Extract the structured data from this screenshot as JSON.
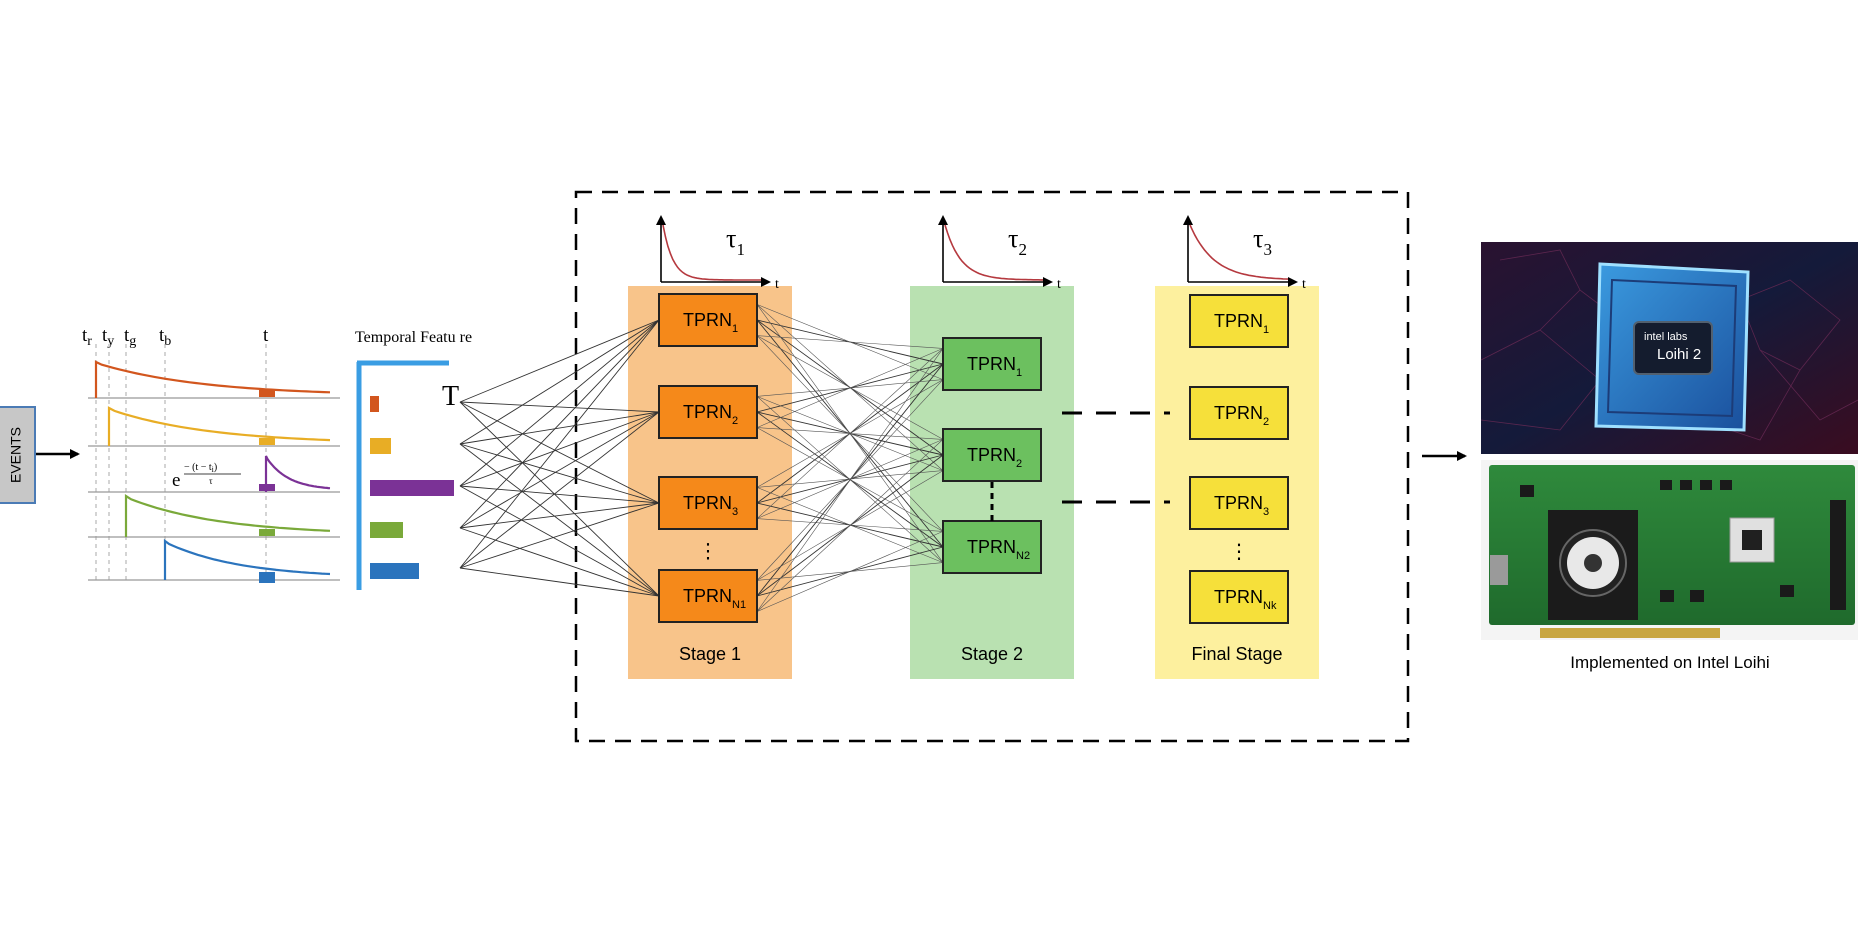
{
  "events_label": "EVENTS",
  "time_markers": {
    "tr": {
      "base": "t",
      "sub": "r"
    },
    "ty": {
      "base": "t",
      "sub": "y"
    },
    "tg": {
      "base": "t",
      "sub": "g"
    },
    "tb": {
      "base": "t",
      "sub": "b"
    },
    "t": "t"
  },
  "decay_formula": {
    "base": "e",
    "numerator": "− (t − t",
    "numerator_sub": "i",
    "numerator_end": ")",
    "denominator": "τ"
  },
  "temporal_feature": {
    "title": "Temporal Featu  re",
    "t_label": "T",
    "bars": [
      {
        "color": "#d2561e",
        "value": 0.09
      },
      {
        "color": "#e8ad25",
        "value": 0.21
      },
      {
        "color": "#7b3296",
        "value": 0.84
      },
      {
        "color": "#7aa93a",
        "value": 0.33
      },
      {
        "color": "#2b74bd",
        "value": 0.49
      }
    ]
  },
  "series_colors": [
    "#d2561e",
    "#e8ad25",
    "#7b3296",
    "#7aa93a",
    "#2b74bd"
  ],
  "stages": [
    {
      "name": "Stage 1",
      "tau": {
        "base": "τ",
        "sub": "1"
      },
      "axis_t": "t",
      "bg": "#f8c48a",
      "node_fill": "#f5891a",
      "nodes": [
        {
          "base": "TPRN",
          "sub": "1"
        },
        {
          "base": "TPRN",
          "sub": "2"
        },
        {
          "base": "TPRN",
          "sub": "3"
        },
        {
          "base": "TPRN",
          "sub": "N1"
        }
      ],
      "ellipsis": "⋮"
    },
    {
      "name": "Stage 2",
      "tau": {
        "base": "τ",
        "sub": "2"
      },
      "axis_t": "t",
      "bg": "#b9e1b1",
      "node_fill": "#6cc05f",
      "nodes": [
        {
          "base": "TPRN",
          "sub": "1"
        },
        {
          "base": "TPRN",
          "sub": "2"
        },
        {
          "base": "TPRN",
          "sub": "N2"
        }
      ]
    },
    {
      "name": "Final Stage",
      "tau": {
        "base": "τ",
        "sub": "3"
      },
      "axis_t": "t",
      "bg": "#fdf09e",
      "node_fill": "#f6e03a",
      "nodes": [
        {
          "base": "TPRN",
          "sub": "1"
        },
        {
          "base": "TPRN",
          "sub": "2"
        },
        {
          "base": "TPRN",
          "sub": "3"
        },
        {
          "base": "TPRN",
          "sub": "Nk"
        }
      ],
      "ellipsis": "⋮"
    }
  ],
  "hardware": {
    "chip_brand": "intel labs",
    "chip_name": "Loihi 2",
    "caption": "Implemented on Intel Loihi"
  }
}
